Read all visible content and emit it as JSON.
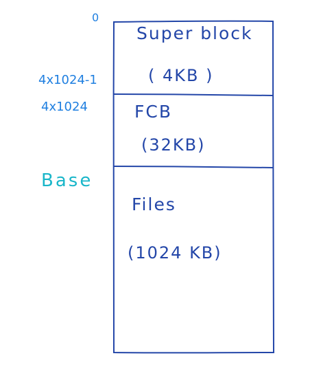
{
  "colors": {
    "box_stroke": "#2346a8",
    "address_text": "#1f7fe0",
    "base_text": "#19b6c9",
    "block_text": "#2346a8"
  },
  "addresses": {
    "start": "0",
    "super_block_end": "4x1024-1",
    "fcb_start": "4x1024",
    "base": "Base"
  },
  "blocks": {
    "super_block": {
      "name": "Super block",
      "size": "( 4KB )"
    },
    "fcb": {
      "name": "FCB",
      "size": "(32KB)"
    },
    "files": {
      "name": "Files",
      "size": "(1024 KB)"
    }
  }
}
